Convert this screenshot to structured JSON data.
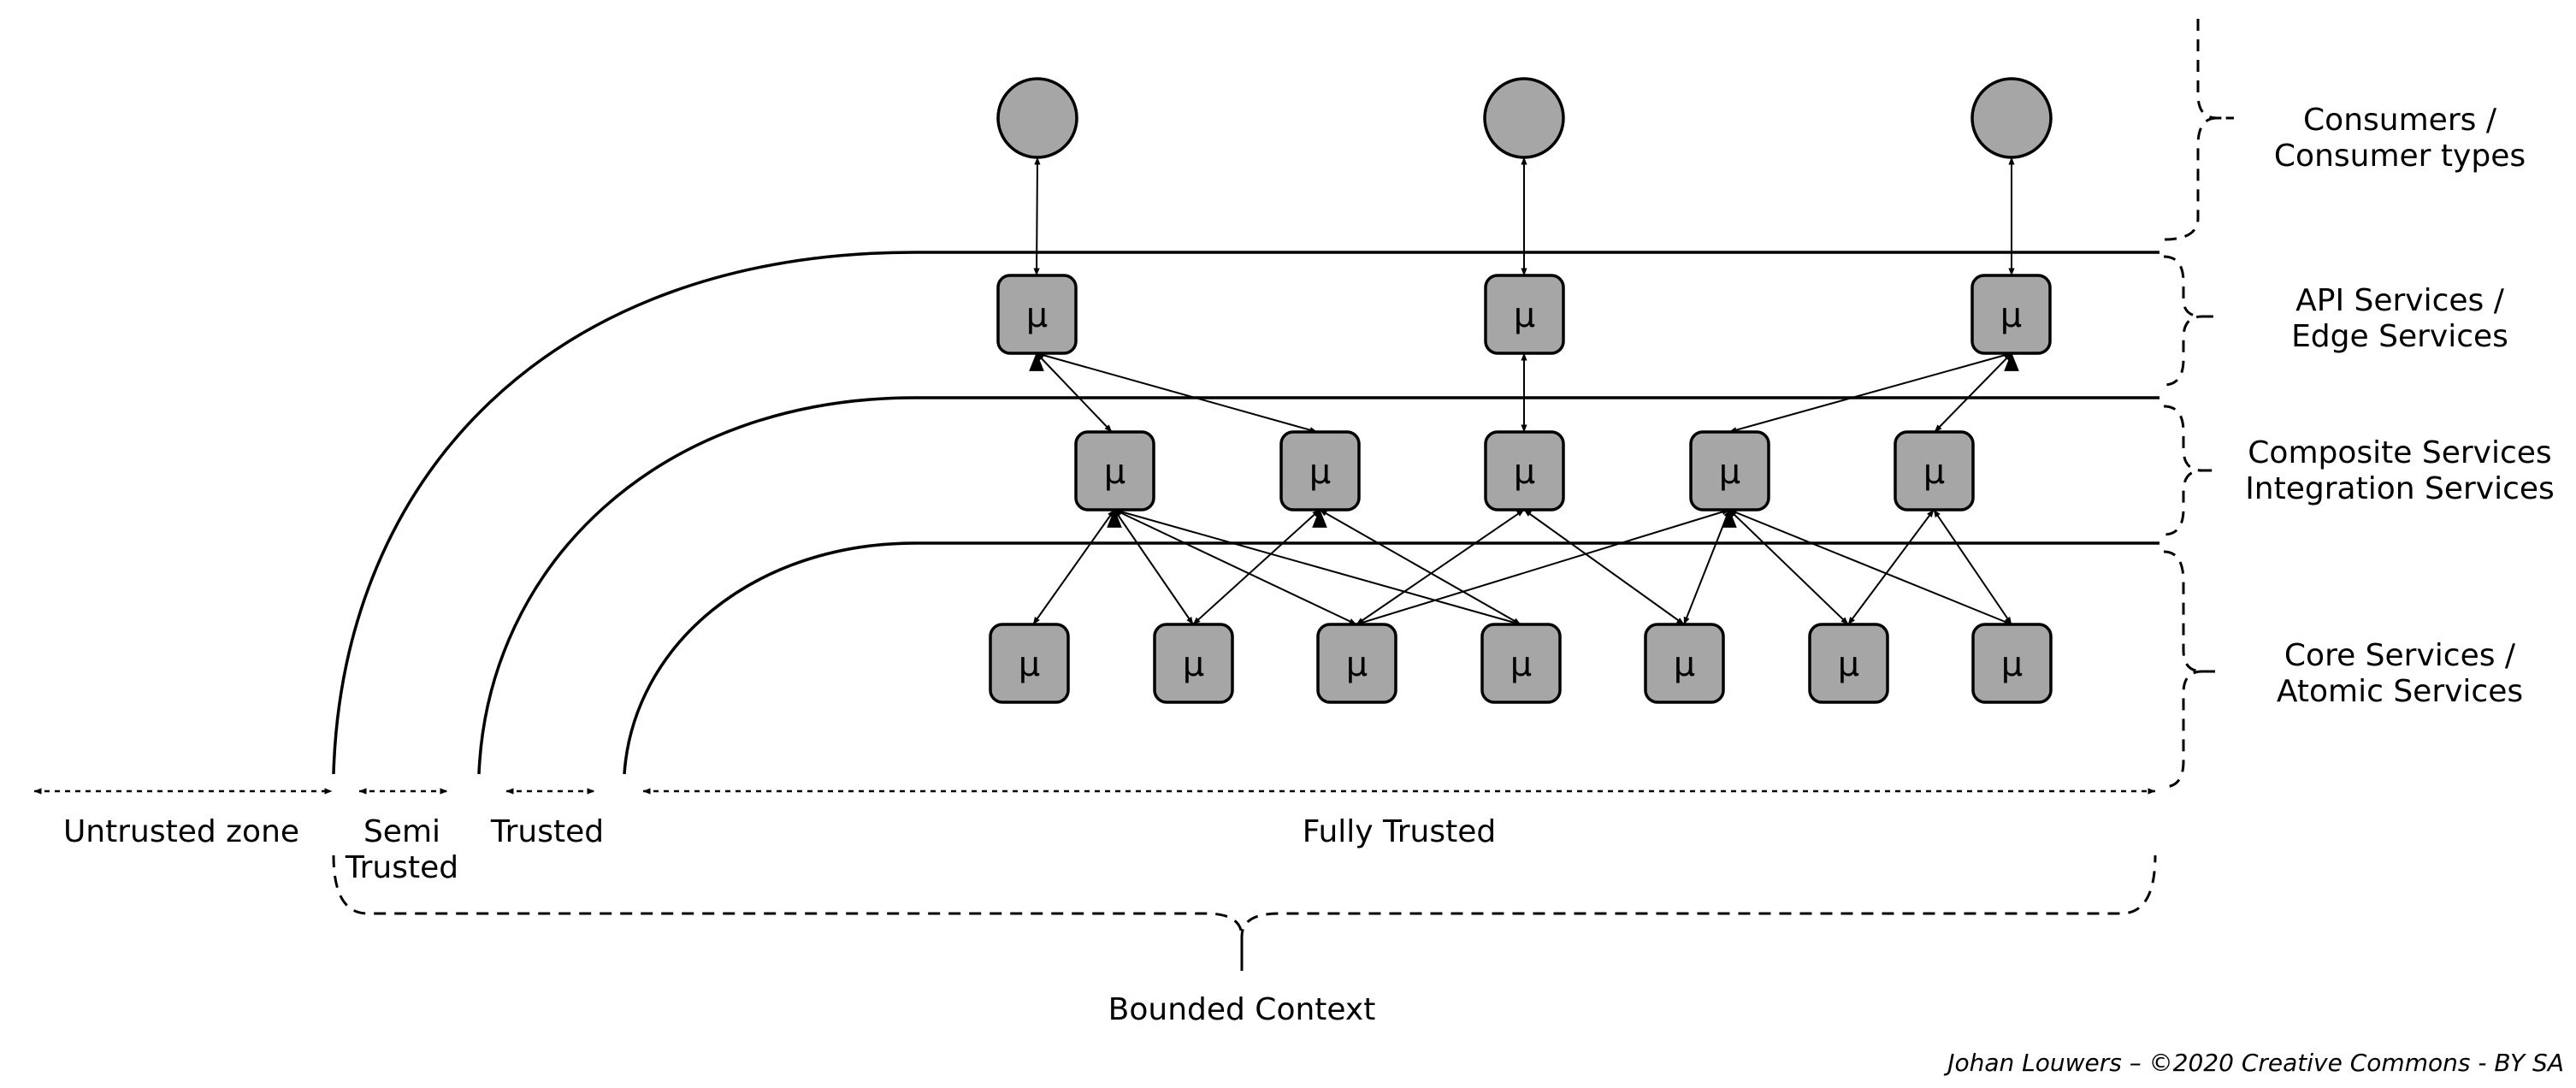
{
  "node_symbol": "μ",
  "layers": [
    {
      "line1": "Consumers /",
      "line2": "Consumer types"
    },
    {
      "line1": "API Services /",
      "line2": "Edge Services"
    },
    {
      "line1": "Composite Services",
      "line2": "Integration Services"
    },
    {
      "line1": "Core Services /",
      "line2": "Atomic Services"
    }
  ],
  "zones": {
    "untrusted": "Untrusted zone",
    "semi_line1": "Semi",
    "semi_line2": "Trusted",
    "trusted": "Trusted",
    "fully": "Fully Trusted"
  },
  "bounded_context": "Bounded Context",
  "credit": "Johan Louwers – ©2020 Creative Commons - BY SA",
  "colors": {
    "node_fill": "#a6a6a6",
    "stroke": "#000000"
  }
}
